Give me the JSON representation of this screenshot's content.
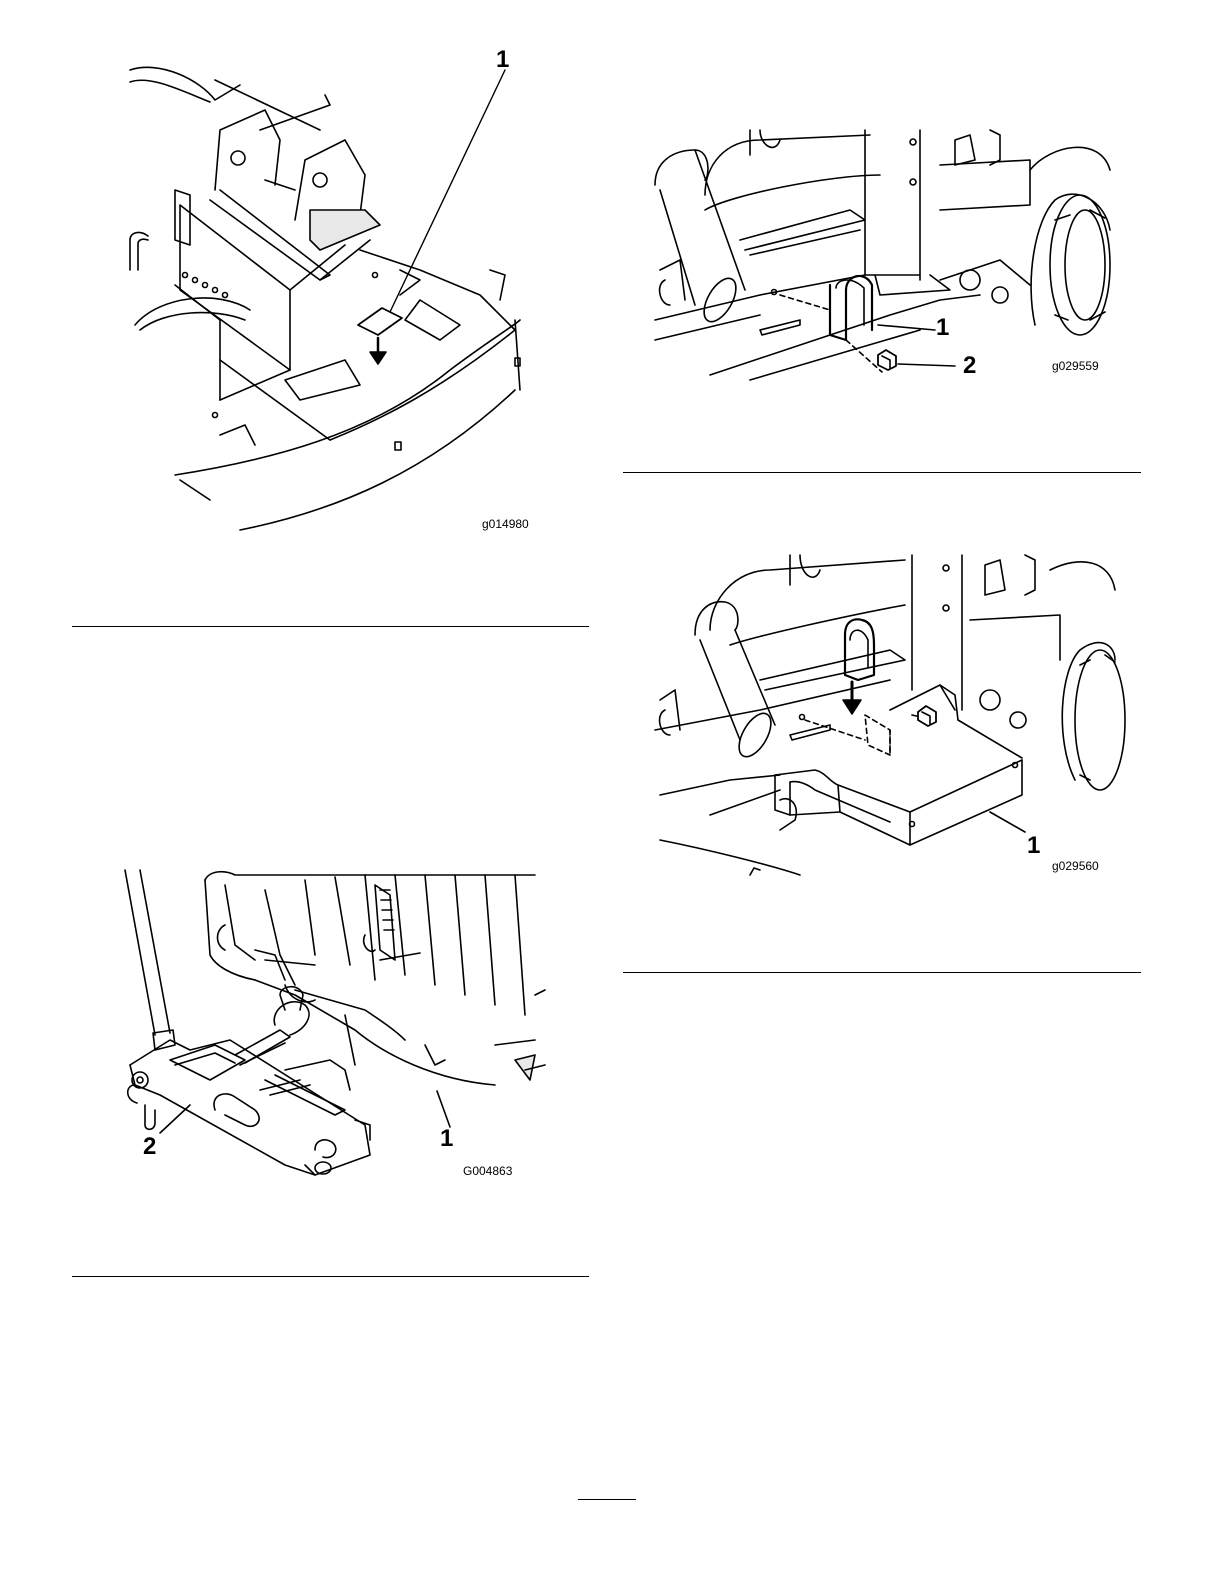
{
  "figures": [
    {
      "id": "g014980",
      "callouts": [
        "1"
      ]
    },
    {
      "id": "g029559",
      "callouts": [
        "1",
        "2"
      ]
    },
    {
      "id": "g029560",
      "callouts": [
        "1"
      ]
    },
    {
      "id": "G004863",
      "callouts": [
        "1",
        "2"
      ]
    }
  ],
  "colors": {
    "ink": "#000000",
    "paper": "#ffffff",
    "shade": "#e8e8e8"
  }
}
